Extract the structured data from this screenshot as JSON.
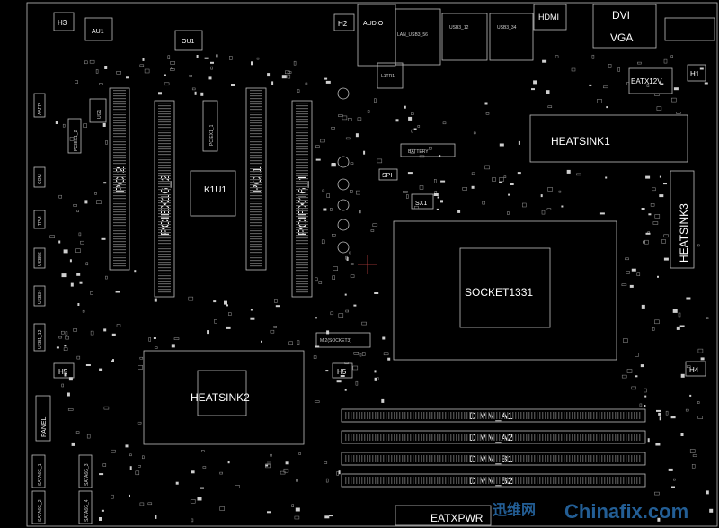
{
  "labels": {
    "h3": "H3",
    "au1": "AU1",
    "ou1": "OU1",
    "h2": "H2",
    "audio": "AUDIO",
    "lan_usb": "LAN_USB3_56",
    "usb3_12": "USB3_12",
    "usb3_34": "USB3_34",
    "hdmi": "HDMI",
    "dvi": "DVI",
    "vga": "VGA",
    "ltr1": "L1TR1",
    "eatx12v": "EATX12V",
    "h1": "H1",
    "aafp": "AAFP",
    "pciex1_2": "PCIEX1_2",
    "ug1": "UG1",
    "pci2": "PCI2",
    "pciex16_2": "PCIEX16_2",
    "pciex1_1": "PCIEX1_1",
    "k1u1": "K1U1",
    "pci1": "PCI1",
    "pciex16_1": "PCIEX16_1",
    "battery": "BATTERY",
    "spi": "SPI",
    "sx1": "SX1",
    "heatsink1": "HEATSINK1",
    "heatsink3": "HEATSINK3",
    "com": "COM",
    "tpm": "TPM",
    "usb56": "USB56",
    "usb34": "USB34",
    "usb1_12": "USB1_12",
    "socket": "SOCKET1331",
    "m2": "M.2(SOCKET3)",
    "heatsink2": "HEATSINK2",
    "h5_left": "H5",
    "h5_mid": "H5",
    "h4": "H4",
    "panel": "PANEL",
    "dimm_a1": "DIMM_A1",
    "dimm_a2": "DIMM_A2",
    "dimm_b1": "DIMM_B1",
    "dimm_b2": "DIMM_B2",
    "eatxpwr": "EATXPWR",
    "sata_1": "SATA6G_1",
    "sata_2": "SATA6G_2",
    "sata_3": "SATA6G_3",
    "sata_4": "SATA6G_4"
  },
  "watermark": {
    "cn": "迅维网",
    "en": "Chinafix.com"
  },
  "colors": {
    "background": "#000000",
    "silkscreen": "#ffffff",
    "outline": "#bdbdbd",
    "watermark": "#2a6fb0"
  }
}
